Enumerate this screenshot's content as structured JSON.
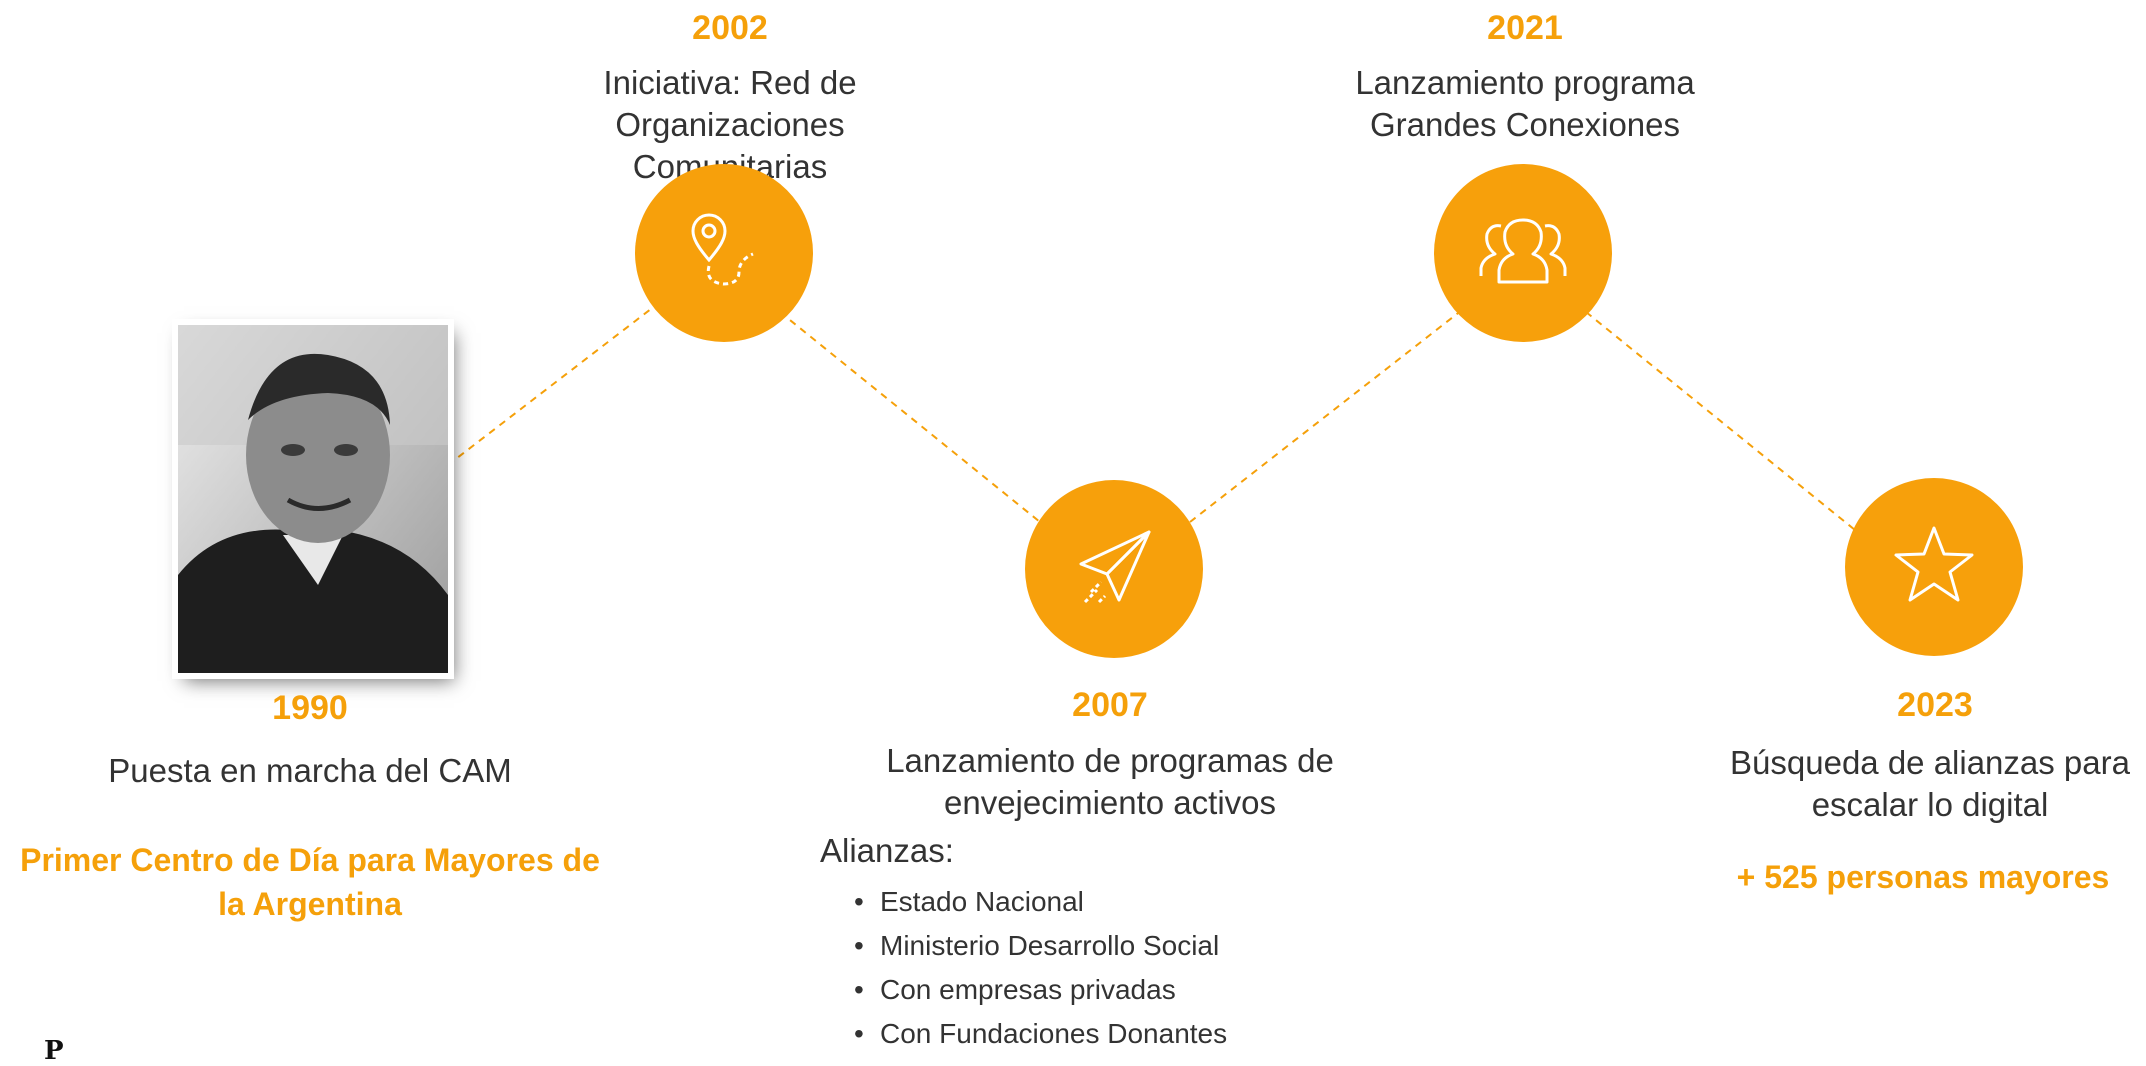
{
  "colors": {
    "accent": "#f5a00a",
    "circle": "#f7a00b",
    "text": "#333333"
  },
  "milestones": [
    {
      "year": "1990",
      "title": "Puesta en marcha del CAM",
      "highlight": "Primer Centro de Día para  Mayores de la Argentina"
    },
    {
      "year": "2002",
      "title": "Iniciativa: Red de Organizaciones Comunitarias",
      "icon": "location-pin-path-icon"
    },
    {
      "year": "2007",
      "title": "Lanzamiento de programas de envejecimiento activos",
      "icon": "paper-plane-icon",
      "alliances_label": "Alianzas:",
      "alliances": [
        "Estado Nacional",
        "Ministerio Desarrollo Social",
        "Con empresas privadas",
        "Con Fundaciones Donantes"
      ]
    },
    {
      "year": "2021",
      "title": "Lanzamiento programa Grandes Conexiones",
      "icon": "people-group-icon"
    },
    {
      "year": "2023",
      "title": "Búsqueda de alianzas para escalar lo digital",
      "highlight": "+ 525 personas mayores",
      "icon": "star-icon"
    }
  ],
  "footer_mark": "P"
}
